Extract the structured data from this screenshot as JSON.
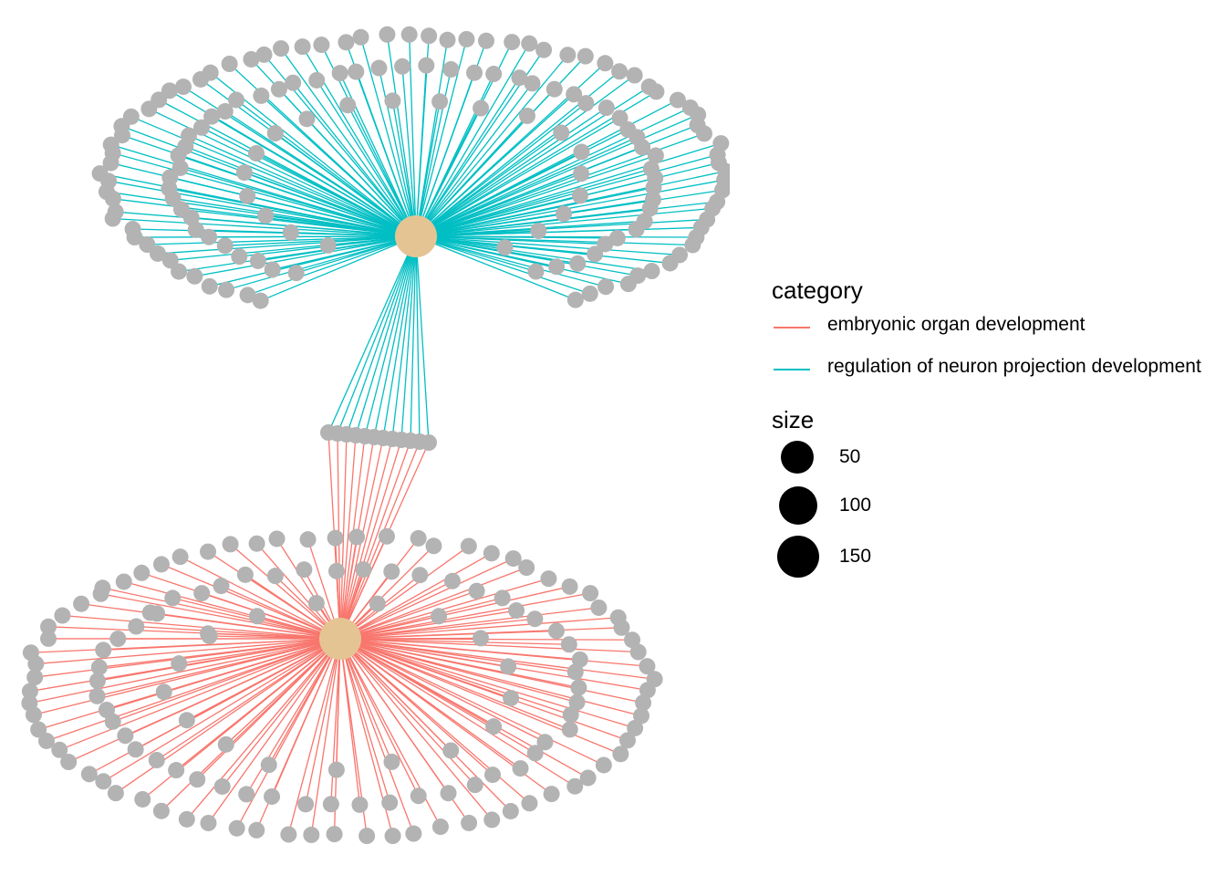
{
  "legend": {
    "category_title": "category",
    "categories": [
      {
        "label": "embryonic organ development",
        "color": "#F8766D"
      },
      {
        "label": "regulation of neuron projection development",
        "color": "#00BFC4"
      }
    ],
    "size_title": "size",
    "sizes": [
      {
        "label": "50",
        "value": 50
      },
      {
        "label": "100",
        "value": 100
      },
      {
        "label": "150",
        "value": 150
      }
    ]
  },
  "colors": {
    "category_node": "#E5C494",
    "gene_node": "#B3B3B3",
    "background": "#FFFFFF"
  },
  "network": {
    "categories": [
      {
        "name": "regulation of neuron projection development",
        "size": 166,
        "gene_count": 166
      },
      {
        "name": "embryonic organ development",
        "size": 155,
        "gene_count": 155
      }
    ],
    "shared_gene_count": 12
  }
}
